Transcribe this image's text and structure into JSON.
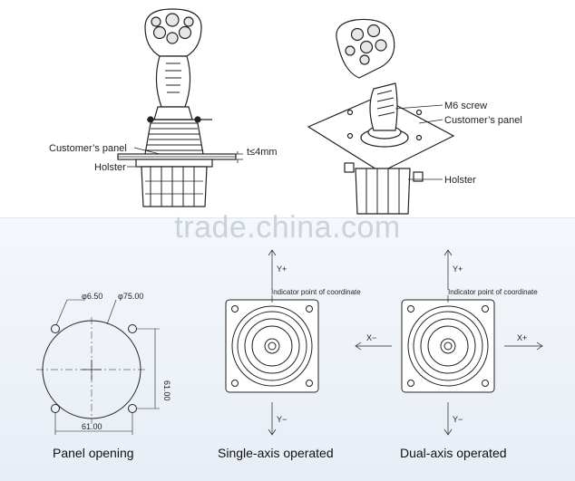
{
  "top": {
    "label_customer_panel_left": "Customer’s panel",
    "label_holster_left": "Holster",
    "label_thickness": "t≤4mm",
    "label_m6_screw": "M6 screw",
    "label_customer_panel_right": "Customer’s panel",
    "label_holster_right": "Holster"
  },
  "watermark": "trade.china.com",
  "panel_opening": {
    "dim_hole": "φ6.50",
    "dim_circle": "φ75.00",
    "dim_horizontal": "61.00",
    "dim_vertical": "61.00",
    "caption": "Panel opening"
  },
  "single_axis": {
    "y_plus": "Y+",
    "y_minus": "Y−",
    "indicator": "Indicator point of coordinate",
    "caption": "Single-axis operated"
  },
  "dual_axis": {
    "y_plus": "Y+",
    "y_minus": "Y−",
    "x_minus": "X−",
    "x_plus": "X+",
    "indicator": "Indicator point of coordinate",
    "caption": "Dual-axis operated"
  },
  "colors": {
    "line": "#222222",
    "bg_bottom": "#eef3f9",
    "watermark": "#aab4be"
  }
}
